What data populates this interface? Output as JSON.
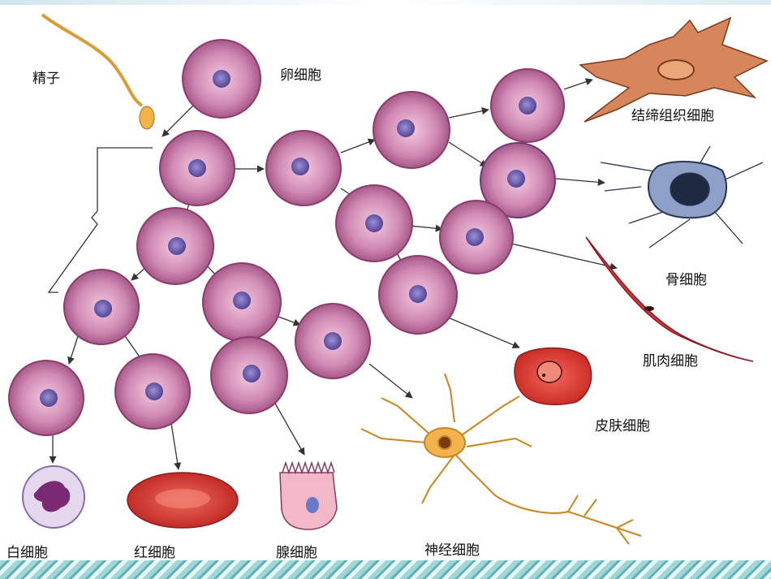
{
  "labels": {
    "sperm": "精子",
    "egg": "卵细胞",
    "connective_tissue": "结缔组织细胞",
    "bone": "骨细胞",
    "muscle": "肌肉细胞",
    "skin": "皮肤细胞",
    "white_blood": "白细胞",
    "red_blood": "红细胞",
    "gland": "腺细胞",
    "nerve": "神经细胞"
  },
  "colors": {
    "cell_fill": "#c97aa6",
    "cell_edge": "#8c3b6a",
    "nucleus": "#6a5aa8",
    "arrow": "#333333",
    "red_cell": "#d8342c",
    "nerve": "#f0b04a",
    "bone_cell": "#8fa0c8"
  }
}
